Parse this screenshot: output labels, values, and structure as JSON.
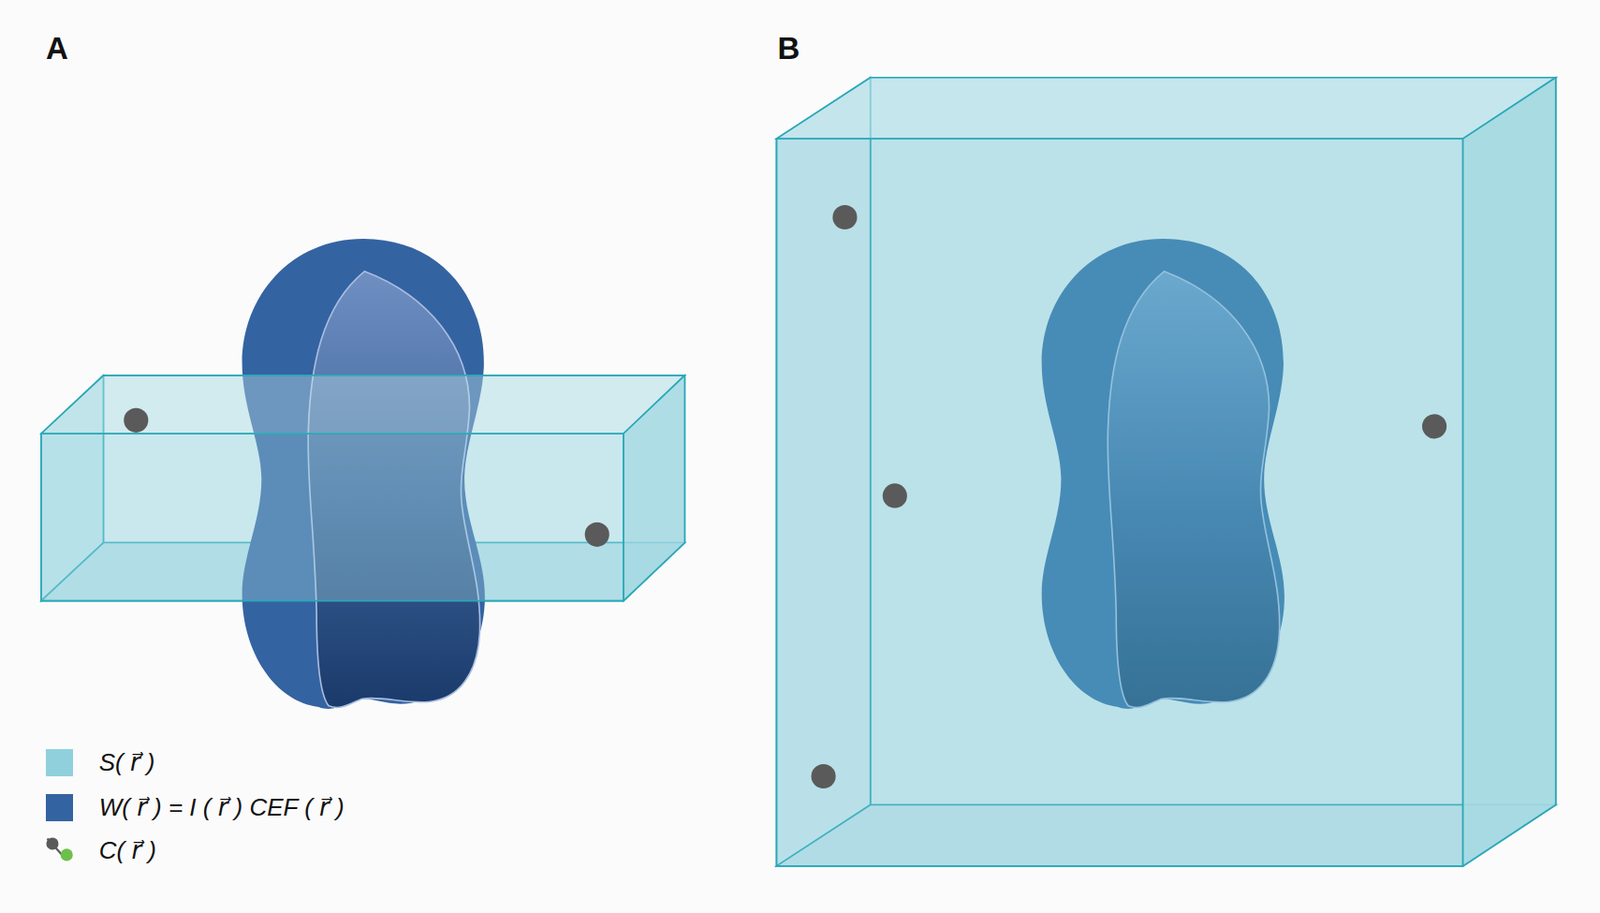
{
  "diagram": {
    "labels": [
      "A",
      "B"
    ],
    "legend": [
      {
        "text": "S( r⃗ )",
        "color": "#8fd0dc"
      },
      {
        "text": "W( r⃗ ) = I ( r⃗ ) CEF ( r⃗ )",
        "color": "#3463a2"
      },
      {
        "text": "C( r⃗ )"
      }
    ]
  }
}
